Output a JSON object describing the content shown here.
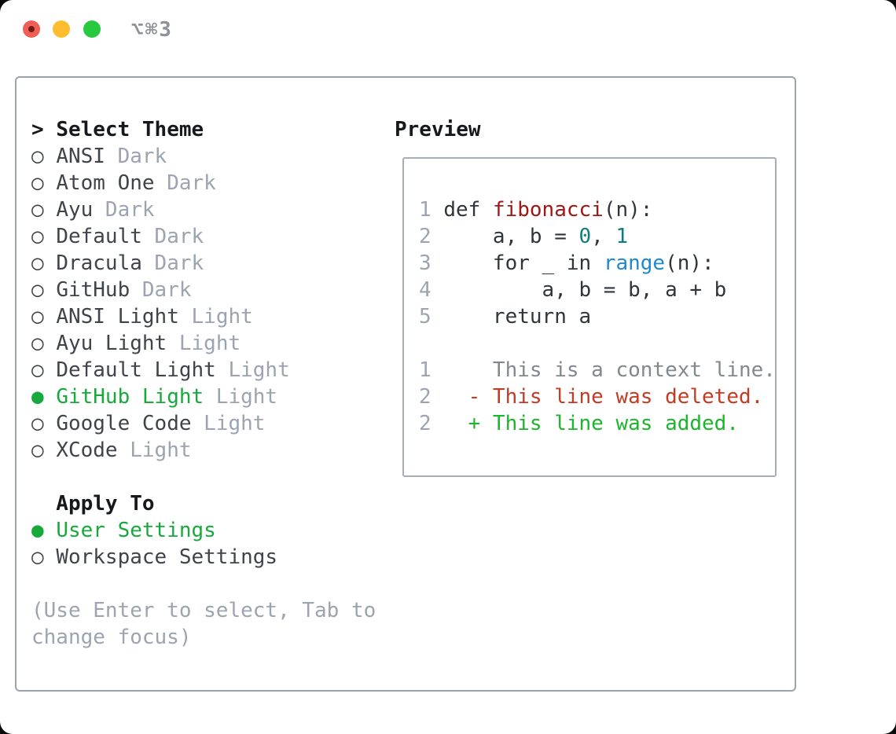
{
  "window": {
    "title": "⌥⌘3",
    "controls": {
      "close": "close",
      "minimize": "minimize",
      "zoom": "zoom"
    }
  },
  "colors": {
    "selected_green": "#17a93c",
    "muted_gray": "#9ba4b0",
    "text_dark": "#15181c",
    "func_red": "#a31616",
    "number_teal": "#0e7b80",
    "builtin_blue": "#2088cc",
    "diff_deleted_red": "#c53a22",
    "diff_added_green": "#1cb62c",
    "traffic_red": "#f05f56",
    "traffic_yellow": "#fdbd2e",
    "traffic_green": "#27c93f"
  },
  "left": {
    "prompt_prefix": "> ",
    "title": "Select Theme",
    "radio_unselected": "○ ",
    "radio_selected": "● ",
    "themes": [
      {
        "name": "ANSI",
        "variant": "Dark",
        "selected": false
      },
      {
        "name": "Atom One",
        "variant": "Dark",
        "selected": false
      },
      {
        "name": "Ayu",
        "variant": "Dark",
        "selected": false
      },
      {
        "name": "Default",
        "variant": "Dark",
        "selected": false
      },
      {
        "name": "Dracula",
        "variant": "Dark",
        "selected": false
      },
      {
        "name": "GitHub",
        "variant": "Dark",
        "selected": false
      },
      {
        "name": "ANSI Light",
        "variant": "Light",
        "selected": false
      },
      {
        "name": "Ayu Light",
        "variant": "Light",
        "selected": false
      },
      {
        "name": "Default Light",
        "variant": "Light",
        "selected": false
      },
      {
        "name": "GitHub Light",
        "variant": "Light",
        "selected": true
      },
      {
        "name": "Google Code",
        "variant": "Light",
        "selected": false
      },
      {
        "name": "XCode",
        "variant": "Light",
        "selected": false
      }
    ],
    "apply_to": {
      "title": "  Apply To",
      "options": [
        {
          "label": "User Settings",
          "selected": true
        },
        {
          "label": "Workspace Settings",
          "selected": false
        }
      ]
    },
    "hint_lines": [
      "(Use Enter to select, Tab to",
      "change focus)"
    ]
  },
  "preview": {
    "title": "Preview",
    "code_lines": [
      {
        "num": "1",
        "tokens": [
          {
            "t": "def ",
            "c": "code"
          },
          {
            "t": "fibonacci",
            "c": "func"
          },
          {
            "t": "(n):",
            "c": "code"
          }
        ]
      },
      {
        "num": "2",
        "tokens": [
          {
            "t": "    a, b = ",
            "c": "code"
          },
          {
            "t": "0",
            "c": "num"
          },
          {
            "t": ", ",
            "c": "code"
          },
          {
            "t": "1",
            "c": "num"
          }
        ]
      },
      {
        "num": "3",
        "tokens": [
          {
            "t": "    for _ in ",
            "c": "code"
          },
          {
            "t": "range",
            "c": "builtin"
          },
          {
            "t": "(n):",
            "c": "code"
          }
        ]
      },
      {
        "num": "4",
        "tokens": [
          {
            "t": "        a, b = b, a + b",
            "c": "code"
          }
        ]
      },
      {
        "num": "5",
        "tokens": [
          {
            "t": "    return a",
            "c": "code"
          }
        ]
      }
    ],
    "diff_lines": [
      {
        "num": "1",
        "tokens": [
          {
            "t": "    This is a context line.",
            "c": "ctx"
          }
        ]
      },
      {
        "num": "2",
        "tokens": [
          {
            "t": "  - This line was deleted.",
            "c": "del"
          }
        ]
      },
      {
        "num": "2",
        "tokens": [
          {
            "t": "  + This line was added.",
            "c": "add"
          }
        ]
      }
    ]
  }
}
